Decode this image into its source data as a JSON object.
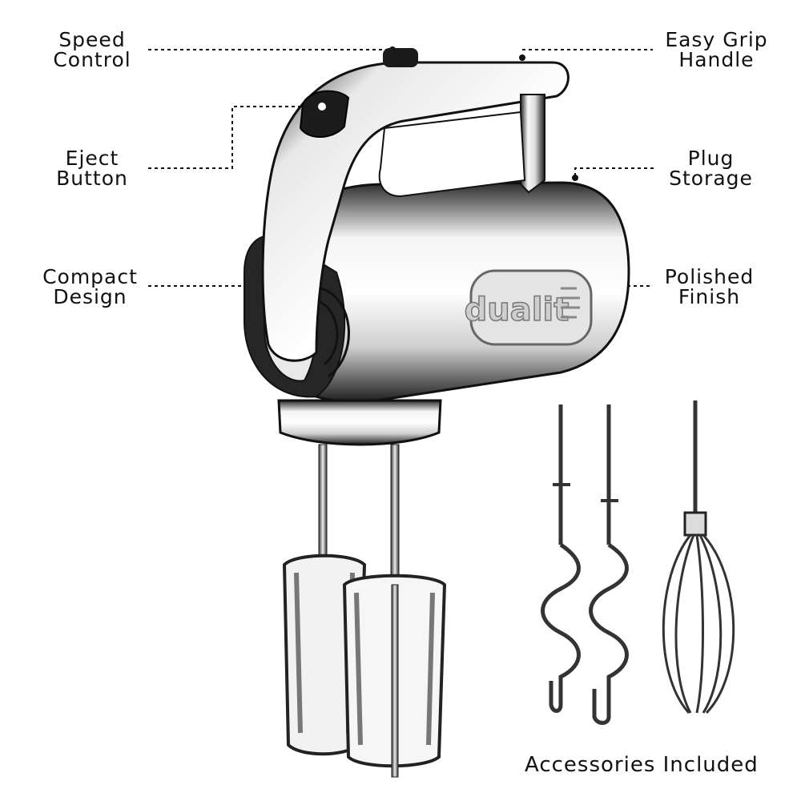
{
  "callouts": {
    "speed_control": [
      "Speed",
      "Control"
    ],
    "eject_button": [
      "Eject",
      "Button"
    ],
    "compact_design": [
      "Compact",
      "Design"
    ],
    "easy_grip_handle": [
      "Easy Grip",
      "Handle"
    ],
    "plug_storage": [
      "Plug",
      "Storage"
    ],
    "polished_finish": [
      "Polished",
      "Finish"
    ]
  },
  "brand_logo": "dualit",
  "accessories_caption": "Accessories Included",
  "icons": {
    "mixer": "hand-mixer-illustration",
    "dough_hook": "dough-hook-icon",
    "whisk": "balloon-whisk-icon"
  },
  "colors": {
    "text": "#111111",
    "chrome_dark": "#1a1a1a",
    "chrome_light": "#f2f2f2",
    "leader": "#111111"
  }
}
